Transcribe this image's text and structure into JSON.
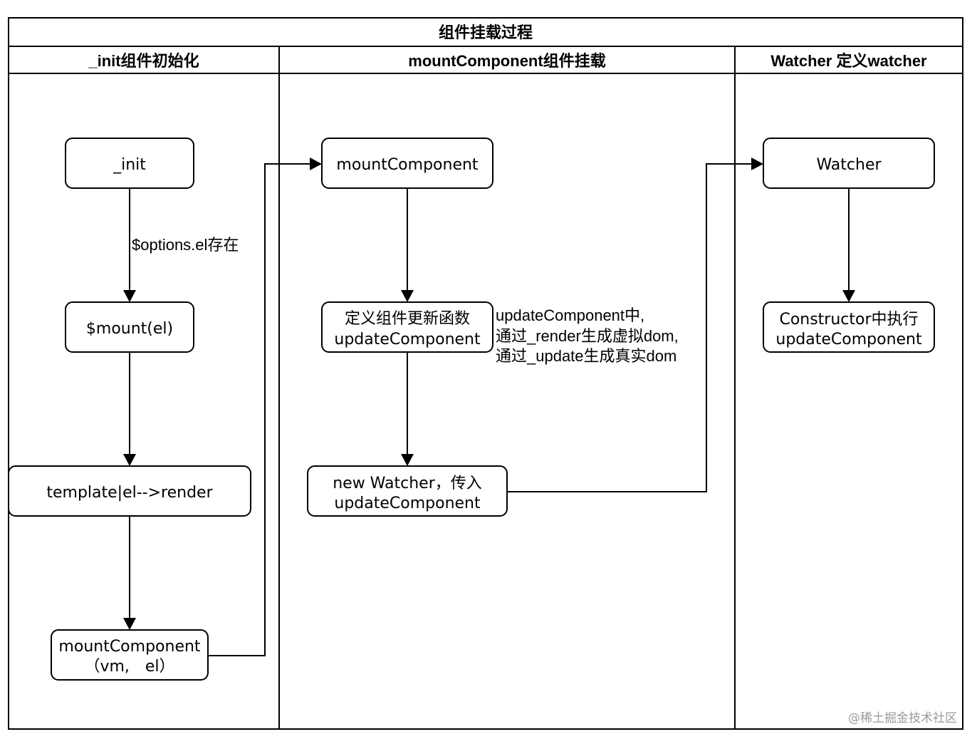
{
  "diagram": {
    "title": "组件挂载过程",
    "lanes": [
      {
        "id": "init",
        "label": "_init组件初始化"
      },
      {
        "id": "mount",
        "label": "mountComponent组件挂载"
      },
      {
        "id": "watcher",
        "label": "Watcher 定义watcher"
      }
    ],
    "nodes": {
      "init": {
        "lines": [
          "_init"
        ]
      },
      "mount_el": {
        "lines": [
          "$mount(el)"
        ]
      },
      "template_render": {
        "lines": [
          "template|el-->render"
        ]
      },
      "mount_component_call": {
        "lines": [
          "mountComponent",
          "（vm,　el）"
        ]
      },
      "mount_component": {
        "lines": [
          "mountComponent"
        ]
      },
      "define_update": {
        "lines": [
          "定义组件更新函数",
          "updateComponent"
        ]
      },
      "new_watcher": {
        "lines": [
          "new Watcher，传入",
          "updateComponent"
        ]
      },
      "watcher": {
        "lines": [
          "Watcher"
        ]
      },
      "constructor_exec": {
        "lines": [
          "Constructor中执行",
          "updateComponent"
        ]
      }
    },
    "edge_labels": {
      "options_el": "$options.el存在"
    },
    "annotations": {
      "update_note": [
        "updateComponent中,",
        "通过_render生成虚拟dom,",
        "通过_update生成真实dom"
      ]
    },
    "edges": [
      {
        "from": "init",
        "to": "mount_el",
        "label": "$options.el存在"
      },
      {
        "from": "mount_el",
        "to": "template_render"
      },
      {
        "from": "template_render",
        "to": "mount_component_call"
      },
      {
        "from": "mount_component_call",
        "to": "mount_component"
      },
      {
        "from": "mount_component",
        "to": "define_update"
      },
      {
        "from": "define_update",
        "to": "new_watcher"
      },
      {
        "from": "new_watcher",
        "to": "watcher"
      },
      {
        "from": "watcher",
        "to": "constructor_exec"
      }
    ]
  },
  "watermark": "@稀土掘金技术社区"
}
